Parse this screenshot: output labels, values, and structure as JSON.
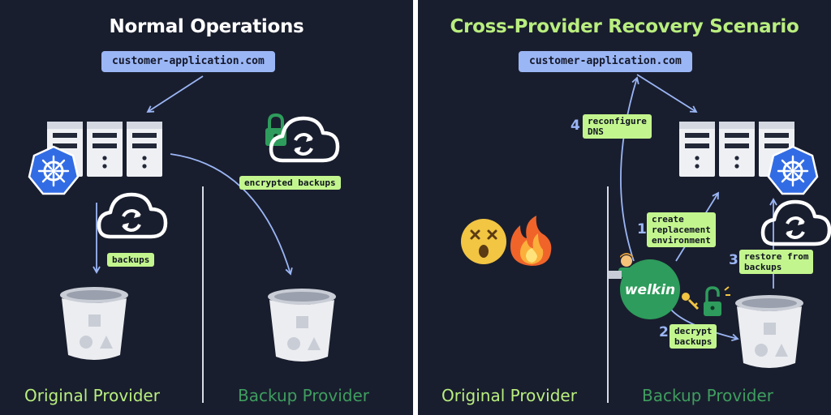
{
  "left": {
    "title": "Normal Operations",
    "url": "customer-application.com",
    "tags": {
      "encrypted_backups": "encrypted backups",
      "backups": "backups"
    },
    "providers": {
      "original": "Original Provider",
      "backup": "Backup Provider"
    }
  },
  "right": {
    "title": "Cross-Provider Recovery Scenario",
    "url": "customer-application.com",
    "steps": [
      {
        "number": "1",
        "label": "create\nreplacement\nenvironment"
      },
      {
        "number": "2",
        "label": "decrypt\nbackups"
      },
      {
        "number": "3",
        "label": "restore from\nbackups"
      },
      {
        "number": "4",
        "label": "reconfigure\nDNS"
      }
    ],
    "brand": "welkin",
    "providers": {
      "original": "Original Provider",
      "backup": "Backup Provider"
    }
  },
  "icons": [
    "server-rack-icon",
    "kubernetes-icon",
    "cloud-sync-icon",
    "lock-icon",
    "bucket-icon",
    "dizzy-face-icon",
    "fire-icon",
    "key-icon",
    "unlock-icon",
    "operator-icon"
  ],
  "colors": {
    "background": "#191e2e",
    "url_pill": "#9bb6f5",
    "tag": "#c3f58e",
    "accent_blue": "#9bb6f5",
    "original_provider": "#b9ee7f",
    "backup_provider": "#3f9d5f",
    "kubernetes": "#326ce5",
    "welkin": "#2e9c5c"
  }
}
